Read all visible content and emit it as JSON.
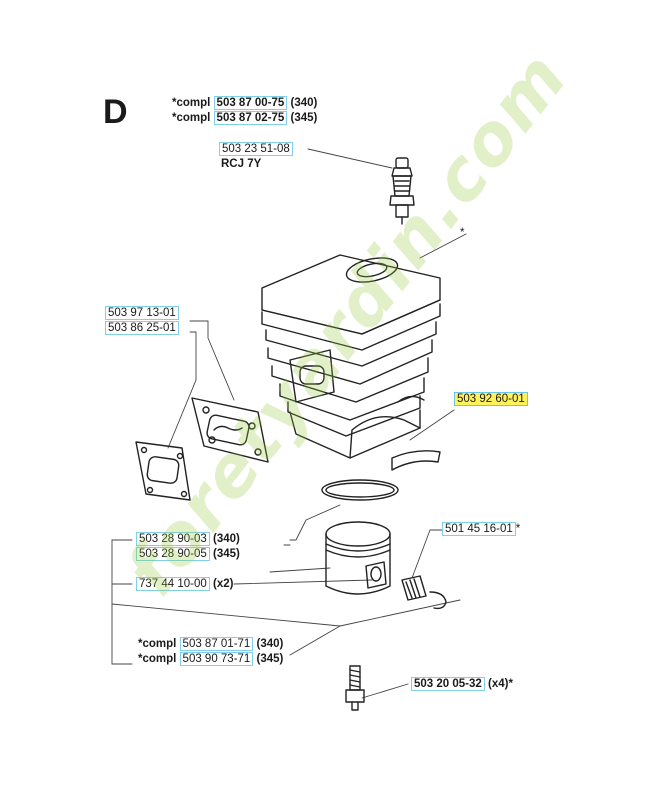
{
  "section": "D",
  "watermark": "foretyardin.com",
  "labels": {
    "cyl_340": {
      "prefix": "*compl ",
      "part": "503 87 00-75",
      "suffix": " (340)"
    },
    "cyl_345": {
      "prefix": "*compl ",
      "part": "503 87 02-75",
      "suffix": " (345)"
    },
    "spark_plug": {
      "part": "503 23 51-08",
      "sub": "RCJ 7Y"
    },
    "gasket_a": {
      "part": "503 97 13-01"
    },
    "gasket_b": {
      "part": "503 86 25-01"
    },
    "cylinder_gasket": {
      "part": "503 92 60-01"
    },
    "ring_340": {
      "part": "503 28 90-03",
      "suffix": " (340)"
    },
    "ring_345": {
      "part": "503 28 90-05",
      "suffix": " (345)"
    },
    "circlip": {
      "part": "737 44 10-00",
      "suffix": " (x2)"
    },
    "bearing": {
      "part": "501 45 16-01",
      "suffix": "*"
    },
    "piston_340": {
      "prefix": "*compl ",
      "part": "503 87 01-71",
      "suffix": " (340)"
    },
    "piston_345": {
      "prefix": "*compl ",
      "part": "503 90 73-71",
      "suffix": " (345)"
    },
    "screw": {
      "part": "503 20 05-32",
      "suffix": " (x4)*"
    }
  },
  "markers": {
    "cylinder_star": "*"
  },
  "colors": {
    "highlight": "#fff25a",
    "part_border": "#7fd0e8",
    "watermark": "#98c83c"
  }
}
